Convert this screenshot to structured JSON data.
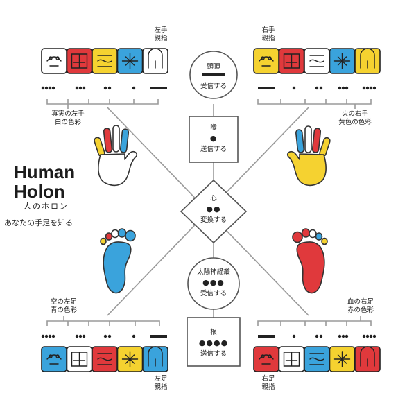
{
  "title_line1": "Human",
  "title_line2": "Holon",
  "subtitle": "人のホロン",
  "caption": "あなたの手足を知る",
  "left_hand": {
    "label_line1": "真実の左手",
    "label_line2": "白の色彩",
    "thumb_line1": "左手",
    "thumb_line2": "親指"
  },
  "right_hand": {
    "label_line1": "火の右手",
    "label_line2": "黄色の色彩",
    "thumb_line1": "右手",
    "thumb_line2": "親指"
  },
  "left_foot": {
    "label_line1": "空の左足",
    "label_line2": "青の色彩",
    "thumb_line1": "左足",
    "thumb_line2": "親指"
  },
  "right_foot": {
    "label_line1": "血の右足",
    "label_line2": "赤の色彩",
    "thumb_line1": "右足",
    "thumb_line2": "親指"
  },
  "nodes": [
    {
      "name": "頭頂",
      "dots": "",
      "has_bar": true,
      "action": "受信する"
    },
    {
      "name": "喉",
      "dots": "●",
      "action": "送信する"
    },
    {
      "name": "心",
      "dots": "●●",
      "action": "変換する"
    },
    {
      "name": "太陽神経叢",
      "dots": "●●●",
      "action": "受信する"
    },
    {
      "name": "根",
      "dots": "●●●●",
      "action": "送信する"
    }
  ],
  "colors": {
    "white": "#ffffff",
    "red": "#e0393c",
    "yellow": "#f5d230",
    "blue": "#3aa3dc",
    "outline": "#222222",
    "line": "#9a9a9a"
  },
  "glyph_rows": {
    "top_left": [
      "white",
      "red",
      "yellow",
      "blue",
      "white"
    ],
    "top_right": [
      "yellow",
      "red",
      "white",
      "blue",
      "yellow"
    ],
    "bottom_left": [
      "blue",
      "white",
      "red",
      "yellow",
      "blue"
    ],
    "bottom_right": [
      "red",
      "white",
      "blue",
      "yellow",
      "red"
    ]
  }
}
